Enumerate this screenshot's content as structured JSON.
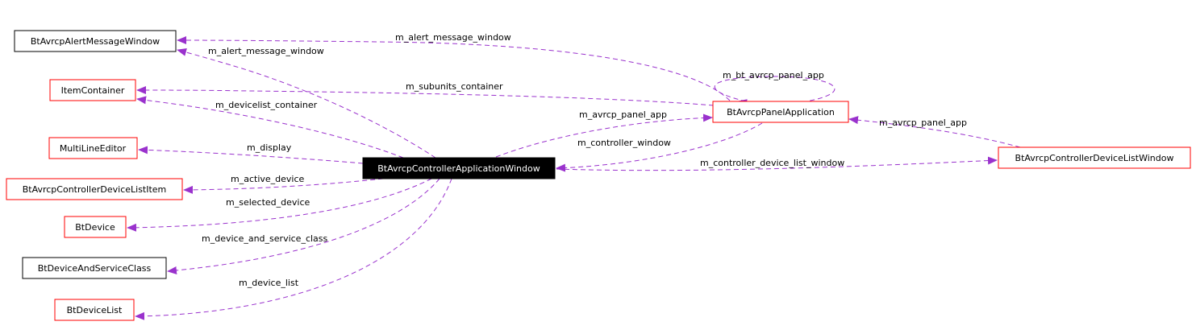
{
  "nodes": {
    "alert": "BtAvrcpAlertMessageWindow",
    "item": "ItemContainer",
    "multi": "MultiLineEditor",
    "devitem": "BtAvrcpControllerDeviceListItem",
    "btdevice": "BtDevice",
    "svcclass": "BtDeviceAndServiceClass",
    "devlist": "BtDeviceList",
    "center": "BtAvrcpControllerApplicationWindow",
    "panel": "BtAvrcpPanelApplication",
    "ctrlwin": "BtAvrcpControllerDeviceListWindow"
  },
  "edges": {
    "panel_alert": "m_alert_message_window",
    "center_alert": "m_alert_message_window",
    "panel_self": "m_bt_avrcp_panel_app",
    "panel_item": "m_subunits_container",
    "center_item": "m_devicelist_container",
    "center_panel": "m_avrcp_panel_app",
    "ctrlwin_panel": "m_avrcp_panel_app",
    "multi": "m_display",
    "panel_center": "m_controller_window",
    "center_ctrlwin": "m_controller_device_list_window",
    "devitem": "m_active_device",
    "btdevice": "m_selected_device",
    "svcclass": "m_device_and_service_class",
    "devlist": "m_device_list"
  },
  "colors": {
    "edge": "#9a32cd",
    "box_red": "#ff0000",
    "box_black": "#000000",
    "focus_fill": "#000000",
    "focus_text": "#ffffff"
  }
}
